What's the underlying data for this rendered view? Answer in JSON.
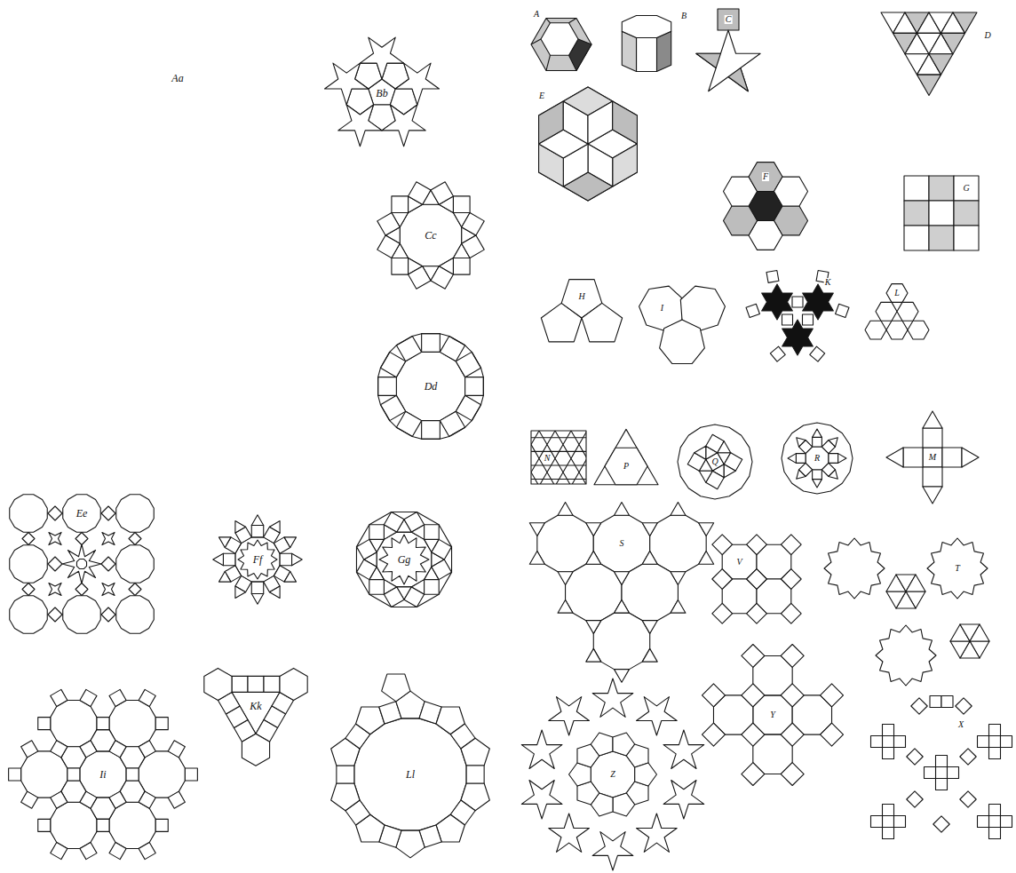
{
  "diagram": {
    "labels": [
      "Aa",
      "Bb",
      "Cc",
      "Dd",
      "Ee",
      "Ff",
      "Gg",
      "Ii",
      "Kk",
      "Ll",
      "A",
      "B",
      "C",
      "D",
      "E",
      "F",
      "G",
      "H",
      "I",
      "K",
      "L",
      "N",
      "P",
      "Q",
      "R",
      "M",
      "S",
      "V",
      "T",
      "Z",
      "Y",
      "X"
    ]
  }
}
